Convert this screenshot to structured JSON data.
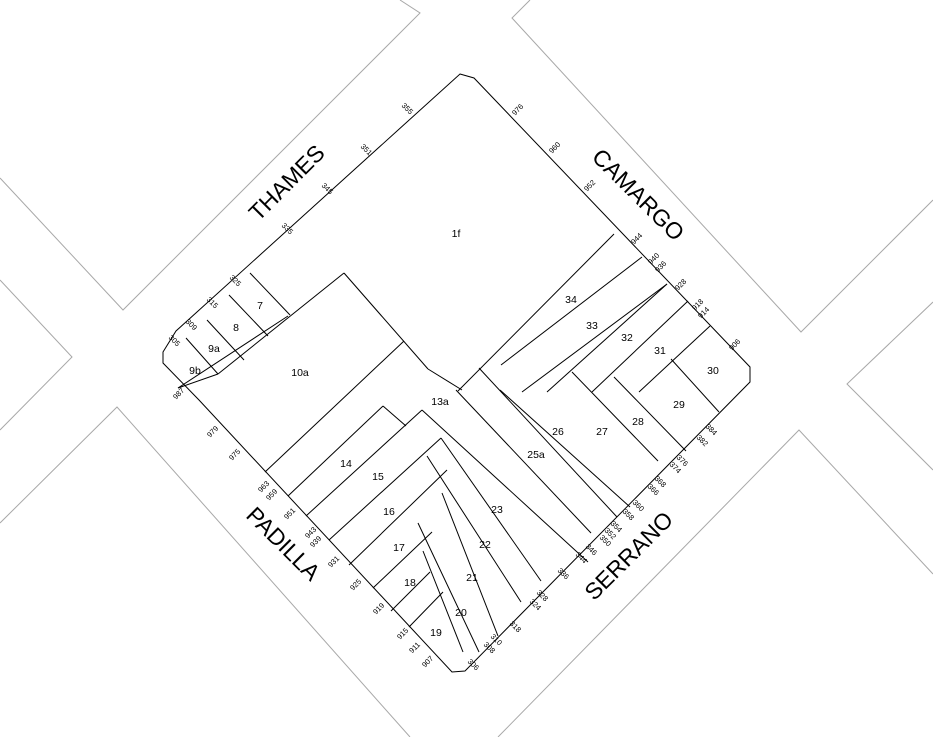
{
  "streets": {
    "thames": "THAMES",
    "camargo": "CAMARGO",
    "padilla": "PADILLA",
    "serrano": "SERRANO"
  },
  "lots": {
    "l1f": "1f",
    "l7": "7",
    "l8": "8",
    "l9a": "9a",
    "l9b": "9b",
    "l10a": "10a",
    "l13a": "13a",
    "l14": "14",
    "l15": "15",
    "l16": "16",
    "l17": "17",
    "l18": "18",
    "l19": "19",
    "l20": "20",
    "l21": "21",
    "l22": "22",
    "l23": "23",
    "l25a": "25a",
    "l26": "26",
    "l27": "27",
    "l28": "28",
    "l29": "29",
    "l30": "30",
    "l31": "31",
    "l32": "32",
    "l33": "33",
    "l34": "34"
  },
  "door_numbers": {
    "thames": [
      "355",
      "351",
      "345",
      "335",
      "325",
      "315",
      "309",
      "305"
    ],
    "camargo": [
      "976",
      "960",
      "952",
      "944",
      "940",
      "936",
      "928",
      "918",
      "914",
      "906"
    ],
    "padilla": [
      "987",
      "979",
      "975",
      "963",
      "959",
      "951",
      "943",
      "939",
      "931",
      "925",
      "919",
      "915",
      "911",
      "907"
    ],
    "serrano": [
      "306",
      "308",
      "310",
      "318",
      "324",
      "328",
      "336",
      "344",
      "346",
      "350",
      "352",
      "354",
      "358",
      "360",
      "366",
      "368",
      "374",
      "376",
      "382",
      "384"
    ]
  }
}
